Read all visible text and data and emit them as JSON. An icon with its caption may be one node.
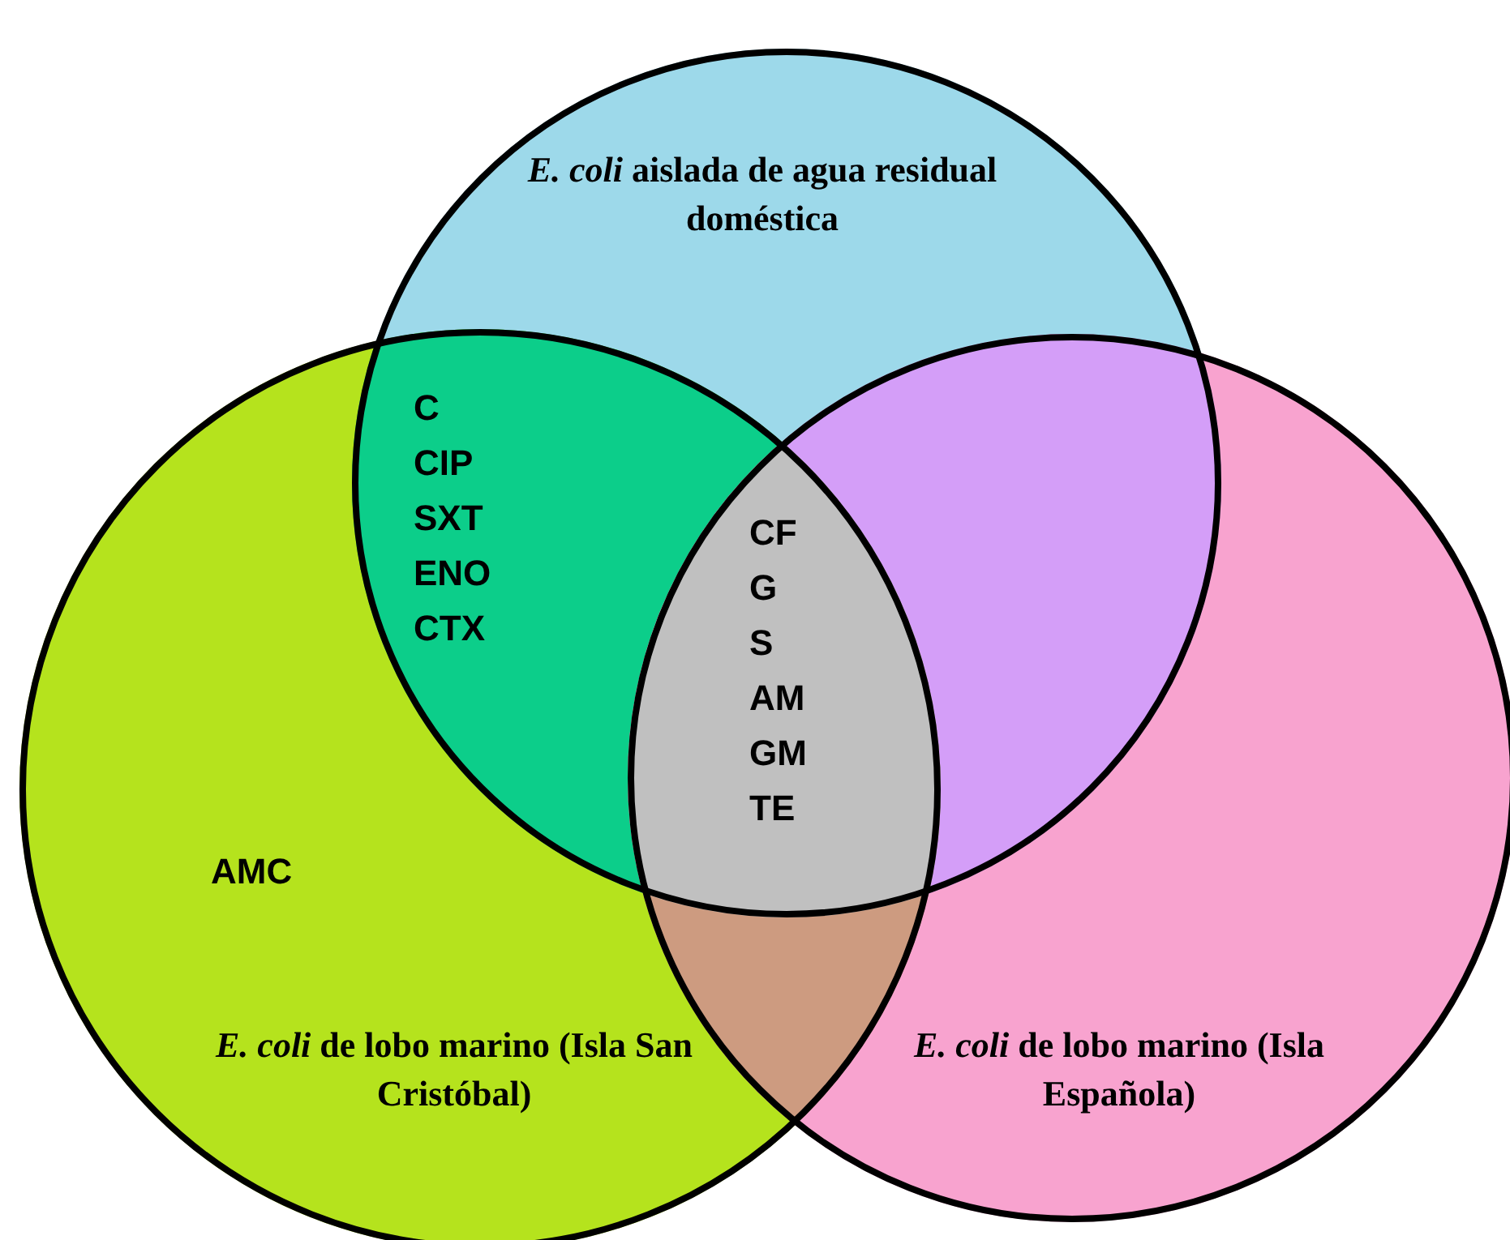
{
  "diagram": {
    "nodes": [
      {
        "text": [
          "*E. coli* aislada de agua residual doméstica"
        ]
      },
      {
        "text": [
          "*E. coli* de lobo marino (Isla San Cristóbal)"
        ]
      },
      {
        "text": [
          "*E. coli* de lobo marino (Isla Española)"
        ]
      }
    ],
    "labels": [
      "C",
      "CIP",
      "SXT",
      "ENO",
      "CTX",
      "CF",
      "G",
      "S",
      "AM",
      "GM",
      "TE",
      "AMC"
    ]
  }
}
